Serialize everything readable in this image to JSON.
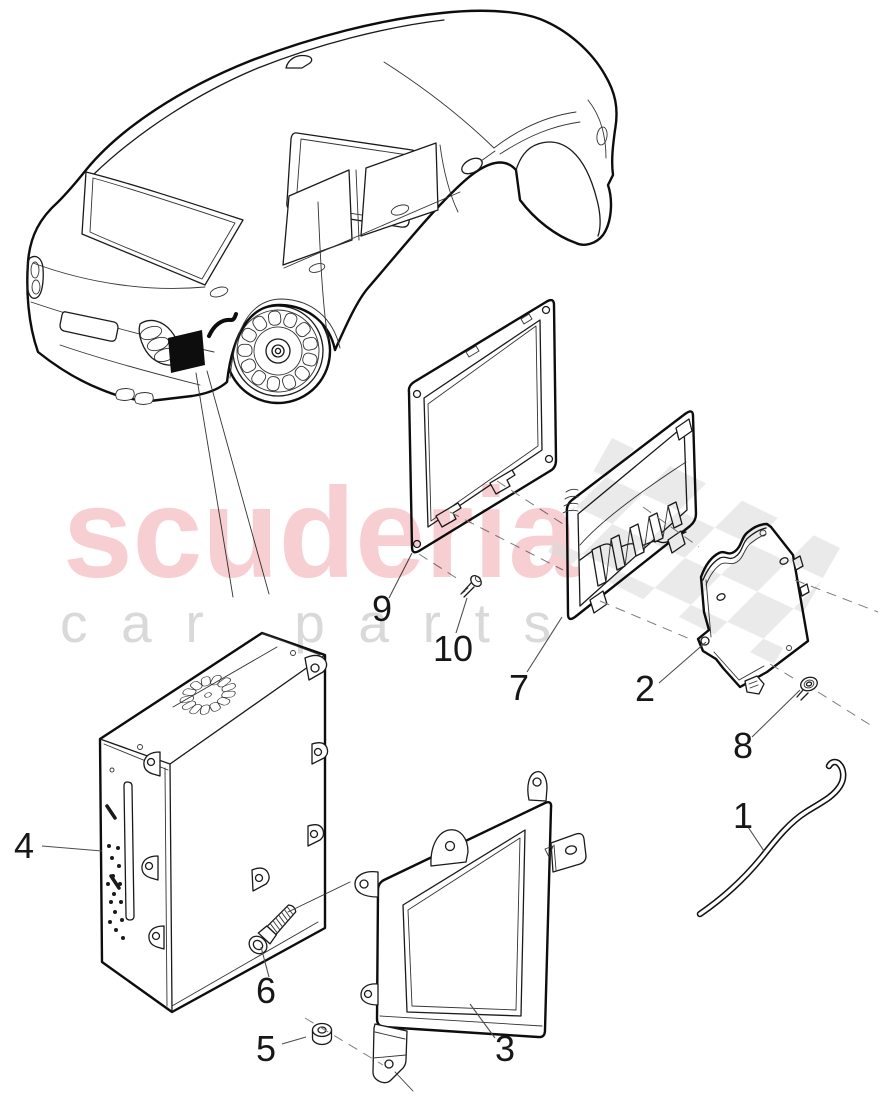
{
  "brand": {
    "name": "scuderia",
    "tagline": "car parts",
    "name_color": "#f7cfd2",
    "tagline_color": "#d9d9d9",
    "checker_color": "#d9d9d9"
  },
  "callouts": [
    {
      "number": "1",
      "part": "aerial cable"
    },
    {
      "number": "2",
      "part": "tv control module"
    },
    {
      "number": "3",
      "part": "mounting bracket"
    },
    {
      "number": "4",
      "part": "tv tuner unit"
    },
    {
      "number": "5",
      "part": "nut"
    },
    {
      "number": "6",
      "part": "bolt"
    },
    {
      "number": "7",
      "part": "module cover"
    },
    {
      "number": "8",
      "part": "screw"
    },
    {
      "number": "9",
      "part": "retaining frame"
    },
    {
      "number": "10",
      "part": "countersunk screw"
    }
  ]
}
